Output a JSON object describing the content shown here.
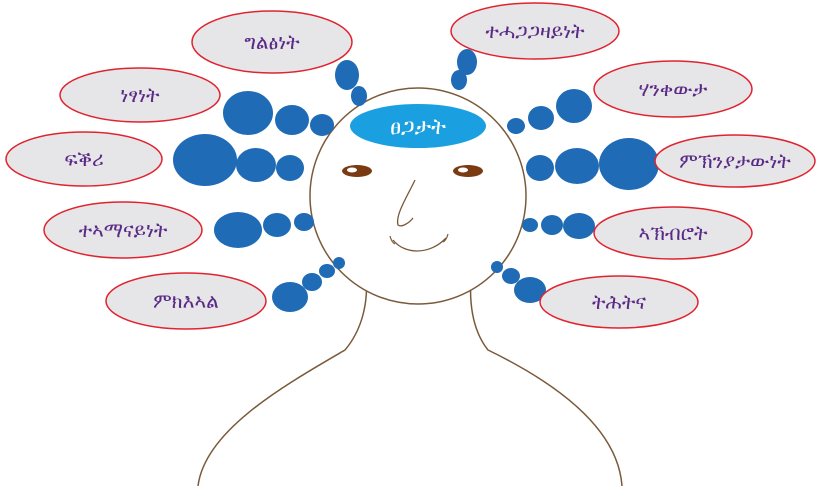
{
  "center": {
    "label": "ፀጋታት"
  },
  "bubbles": [
    {
      "id": "top-left",
      "label": "ግልፅነት"
    },
    {
      "id": "top-right",
      "label": "ተሓጋጋዛይነት"
    },
    {
      "id": "left-1",
      "label": "ነፃነት"
    },
    {
      "id": "right-1",
      "label": "ሃንቀውታ"
    },
    {
      "id": "left-2",
      "label": "ፍቕሪ"
    },
    {
      "id": "right-2",
      "label": "ምኽንያታውነት"
    },
    {
      "id": "left-3",
      "label": "ተኣማናይነት"
    },
    {
      "id": "right-3",
      "label": "ኣኽብሮት"
    },
    {
      "id": "left-4",
      "label": "ምክእኣል"
    },
    {
      "id": "right-4",
      "label": "ትሕትና"
    }
  ],
  "colors": {
    "bubble_fill": "#e6e6e8",
    "bubble_stroke": "#e0232e",
    "dot_fill": "#1f6bb5",
    "center_fill": "#1a9fe0",
    "text": "#5a2a86",
    "outline": "#7a5a3a"
  }
}
